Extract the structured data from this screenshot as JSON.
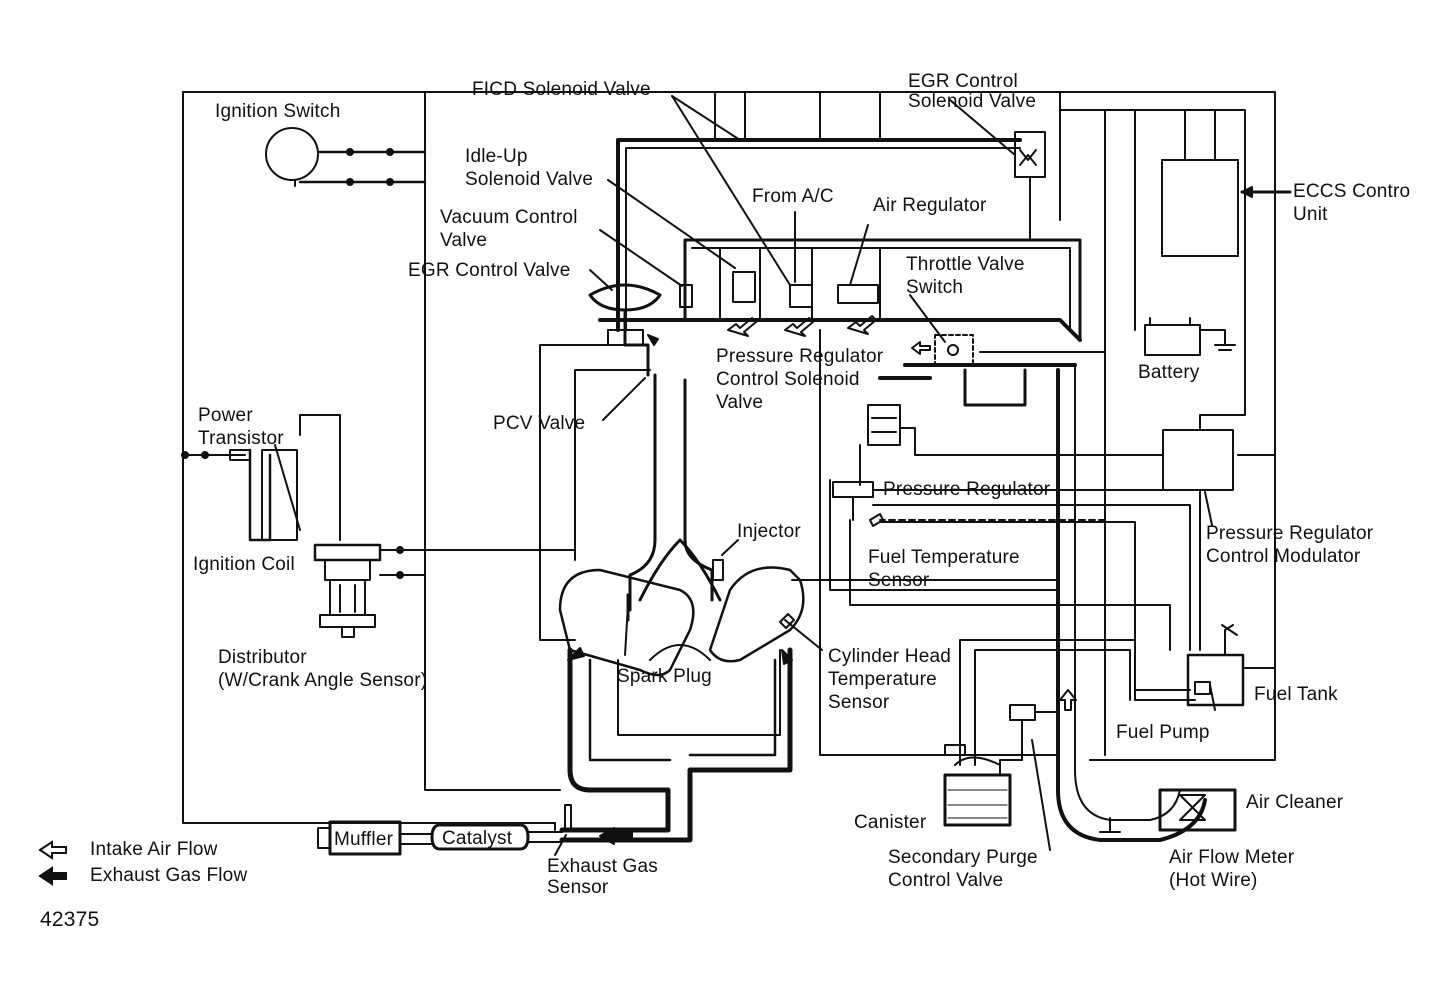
{
  "colors": {
    "ink": "#111111",
    "background": "#ffffff"
  },
  "labels": {
    "ficd_solenoid_valve": "FICD Solenoid Valve",
    "egr_control_solenoid_valve": [
      "EGR Control",
      "Solenoid Valve"
    ],
    "ignition_switch": "Ignition Switch",
    "idle_up_solenoid_valve": [
      "Idle-Up",
      "Solenoid Valve"
    ],
    "from_ac": "From A/C",
    "air_regulator": "Air Regulator",
    "eccs_control_unit": [
      "ECCS Contro",
      "Unit"
    ],
    "vacuum_control_valve": [
      "Vacuum Control",
      "Valve"
    ],
    "egr_control_valve": "EGR Control Valve",
    "throttle_valve_switch": [
      "Throttle Valve",
      "Switch"
    ],
    "pressure_regulator_control_solenoid_valve": [
      "Pressure Regulator",
      "Control Solenoid",
      "Valve"
    ],
    "battery": "Battery",
    "power_transistor": [
      "Power",
      "Transistor"
    ],
    "pcv_valve": "PCV Valve",
    "pressure_regulator": "Pressure Regulator",
    "injector": "Injector",
    "pressure_regulator_control_modulator": [
      "Pressure Regulator",
      "Control Modulator"
    ],
    "ignition_coil": "Ignition Coil",
    "fuel_temperature_sensor": [
      "Fuel Temperature",
      "Sensor"
    ],
    "distributor": [
      "Distributor",
      "(W/Crank Angle Sensor)"
    ],
    "spark_plug": "Spark Plug",
    "cylinder_head_temperature_sensor": [
      "Cylinder Head",
      "Temperature",
      "Sensor"
    ],
    "fuel_tank": "Fuel Tank",
    "fuel_pump": "Fuel Pump",
    "air_cleaner": "Air Cleaner",
    "canister": "Canister",
    "secondary_purge_control_valve": [
      "Secondary Purge",
      "Control Valve"
    ],
    "air_flow_meter": [
      "Air Flow Meter",
      "(Hot Wire)"
    ],
    "muffler": "Muffler",
    "catalyst": "Catalyst",
    "exhaust_gas_sensor": [
      "Exhaust Gas",
      "Sensor"
    ]
  },
  "legend": {
    "intake_air_flow": "Intake Air Flow",
    "exhaust_gas_flow": "Exhaust Gas Flow"
  },
  "figure_number": "42375"
}
